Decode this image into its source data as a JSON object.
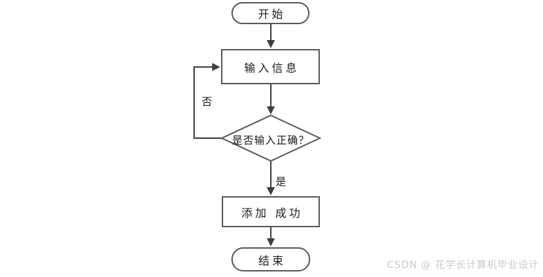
{
  "flowchart": {
    "title": "add-record-flowchart",
    "nodes": [
      {
        "id": "start",
        "type": "terminator",
        "label": "开始"
      },
      {
        "id": "input",
        "type": "process",
        "label": "输入信息"
      },
      {
        "id": "decision",
        "type": "decision",
        "label": "是否输入正确？"
      },
      {
        "id": "success",
        "type": "process",
        "label": "添加 成功"
      },
      {
        "id": "end",
        "type": "terminator",
        "label": "结束"
      }
    ],
    "edges": [
      {
        "from": "start",
        "to": "input",
        "label": ""
      },
      {
        "from": "input",
        "to": "decision",
        "label": ""
      },
      {
        "from": "decision",
        "to": "input",
        "label": "否"
      },
      {
        "from": "decision",
        "to": "success",
        "label": "是"
      },
      {
        "from": "success",
        "to": "end",
        "label": ""
      }
    ],
    "colors": {
      "background": "#ffffff",
      "shape_border": "#595959",
      "arrow": "#3f3f3f",
      "text": "#1a1a1a",
      "watermark": "#c9c9c9"
    }
  },
  "watermark": {
    "text": "CSDN @ 花学长计算机毕业设计"
  }
}
